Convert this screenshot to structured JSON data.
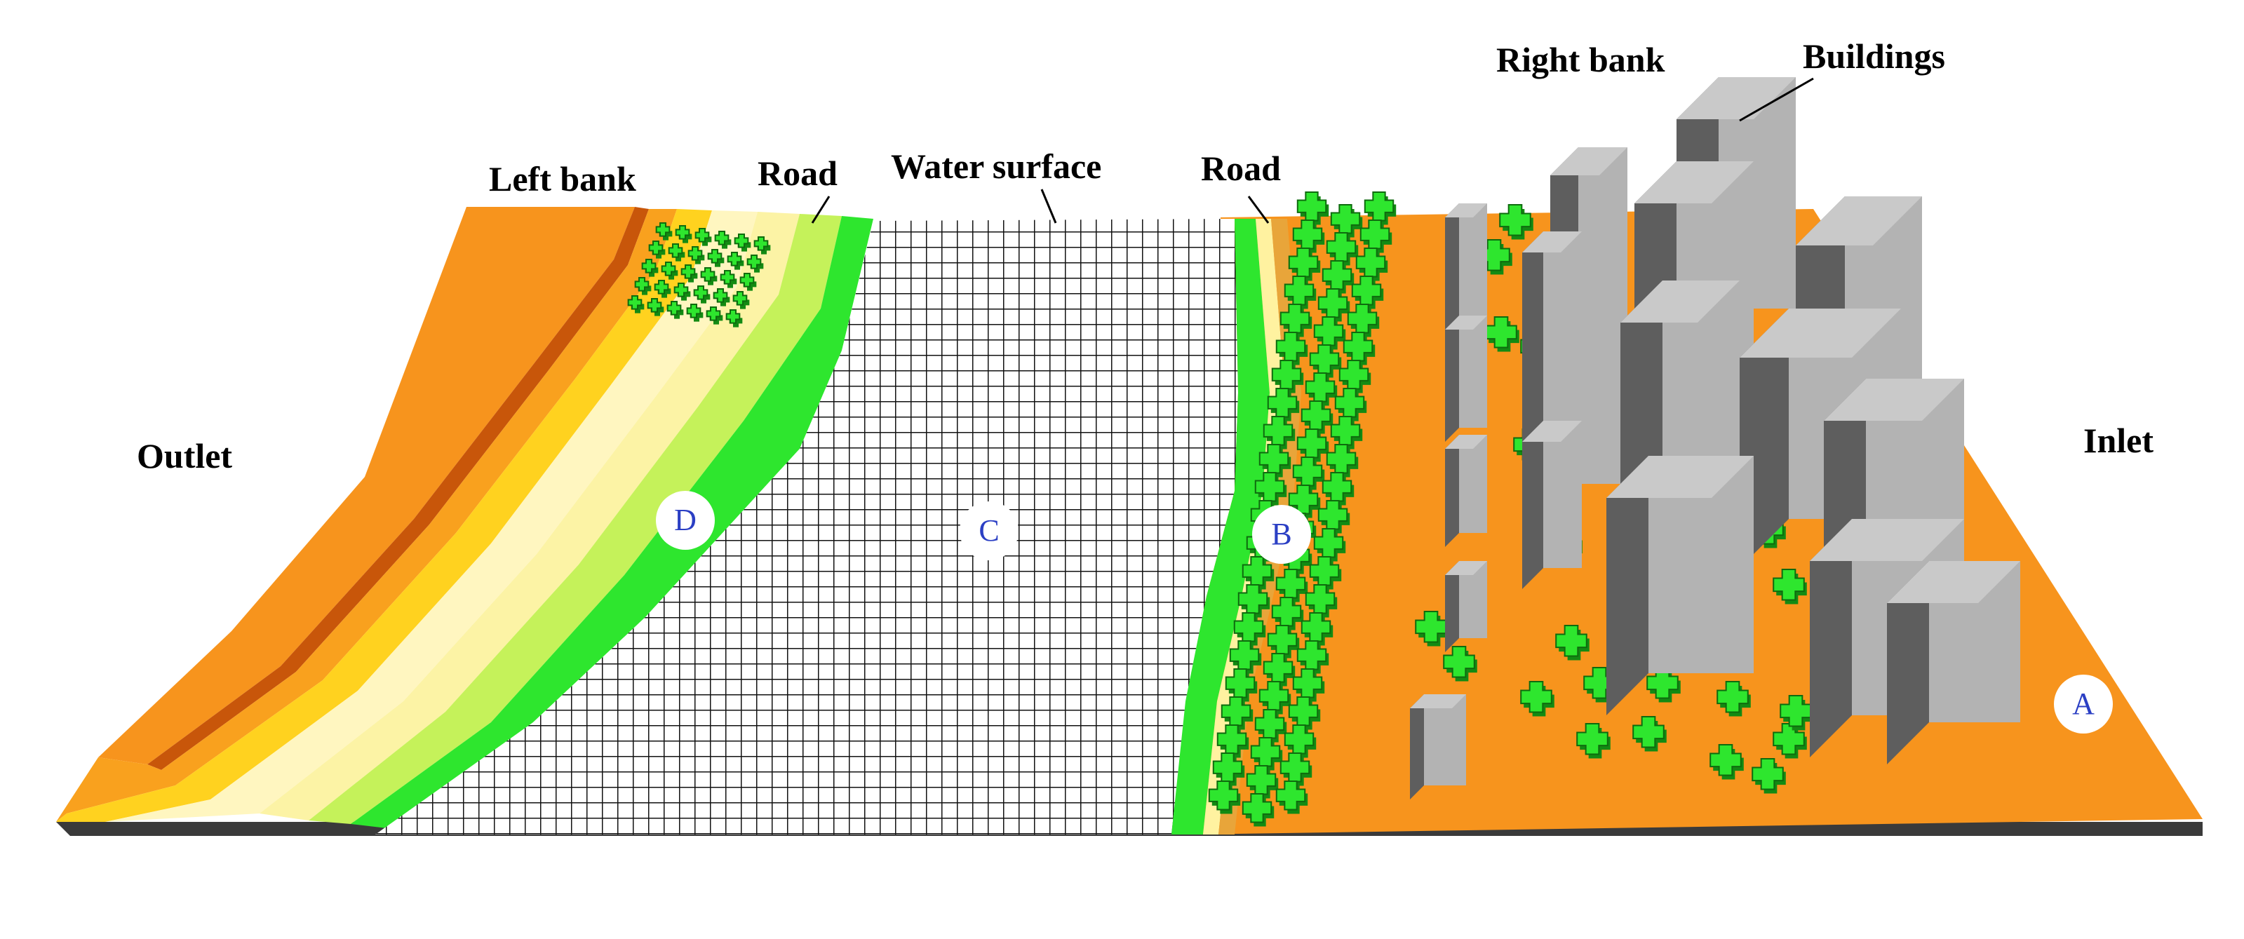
{
  "labels": {
    "left_bank": "Left bank",
    "road_left": "Road",
    "water_surface": "Water surface",
    "road_right": "Road",
    "right_bank": "Right bank",
    "buildings": "Buildings",
    "outlet": "Outlet",
    "inlet": "Inlet"
  },
  "markers": {
    "a": "A",
    "b": "B",
    "c": "C",
    "d": "D"
  },
  "colors": {
    "ground_orange": "#F7941D",
    "vegetation_green": "#2EE62E",
    "tree_dark": "#138A13",
    "bank_yellow": "#FFD21F",
    "bank_pale": "#FFF6C0",
    "building_light": "#B3B3B3",
    "building_dark": "#5E5E5E",
    "marker_text": "#2B3FC4",
    "base_dark": "#3A3A3A"
  }
}
